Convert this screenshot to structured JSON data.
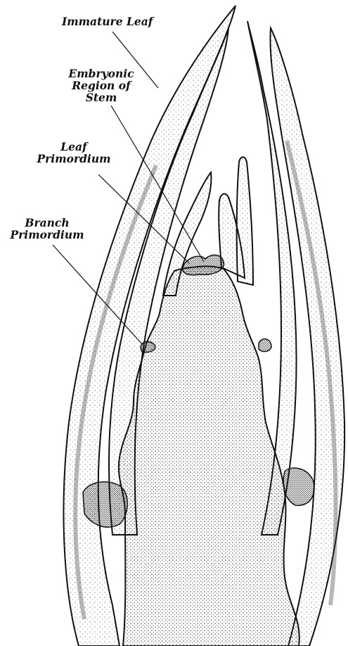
{
  "labels": {
    "immature_leaf": "Immature Leaf",
    "embryonic_line1": "Embryonic",
    "embryonic_line2": "Region of",
    "embryonic_line3": "Stem",
    "leaf_primordium_line1": "Leaf",
    "leaf_primordium_line2": "Primordium",
    "branch_primordium_line1": "Branch",
    "branch_primordium_line2": "Primordium"
  },
  "colors": {
    "ink": "#111111",
    "paper": "#ffffff",
    "stipple": "#2a2a2a"
  }
}
